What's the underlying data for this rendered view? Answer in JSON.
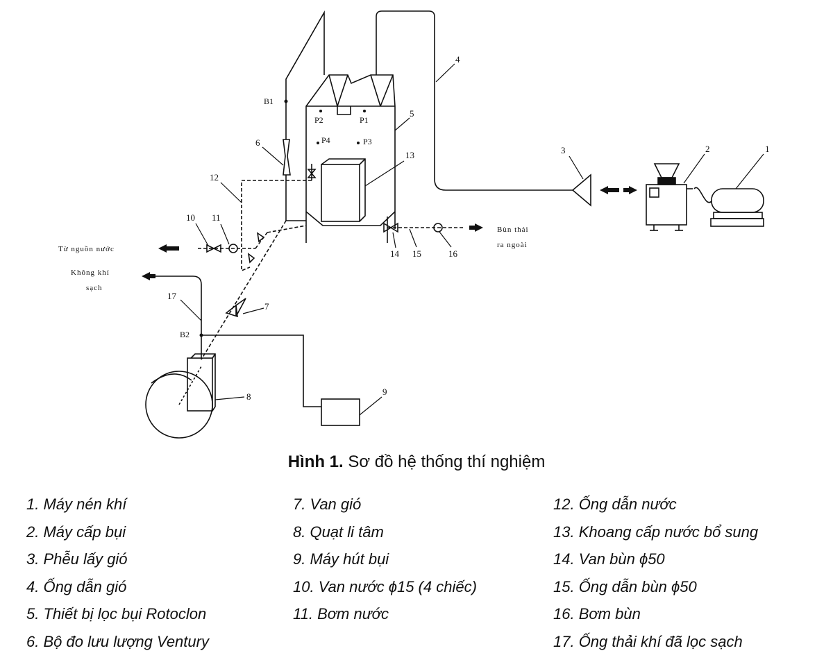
{
  "figure": {
    "caption_bold": "Hình 1.",
    "caption_text": "Sơ đồ hệ thống thí nghiệm"
  },
  "callouts": {
    "n1": "1",
    "n2": "2",
    "n3": "3",
    "n4": "4",
    "n5": "5",
    "n6": "6",
    "n7": "7",
    "n8": "8",
    "n9": "9",
    "n10": "10",
    "n11": "11",
    "n12": "12",
    "n13": "13",
    "n14": "14",
    "n15": "15",
    "n16": "16",
    "n17": "17"
  },
  "points": {
    "b1": "B1",
    "b2": "B2",
    "p1": "P1",
    "p2": "P2",
    "p3": "P3",
    "p4": "P4"
  },
  "flow_labels": {
    "water_source": "Từ nguồn nước",
    "clean_air_1": "Không khí",
    "clean_air_2": "sạch",
    "sludge_out_1": "Bùn thải",
    "sludge_out_2": "ra ngoài"
  },
  "legend": {
    "col1": [
      "1. Máy nén khí",
      "2. Máy cấp bụi",
      "3. Phễu lấy gió",
      "4. Ống dẫn gió",
      "5. Thiết bị lọc bụi Rotoclon",
      "6. Bộ đo lưu lượng Ventury"
    ],
    "col2": [
      "7. Van gió",
      "8. Quạt li tâm",
      "9. Máy hút bụi",
      "10. Van nước  ϕ15 (4 chiếc)",
      "11. Bơm nước"
    ],
    "col3": [
      "12. Ống dẫn nước",
      "13. Khoang cấp nước bổ sung",
      "14. Van bùn  ϕ50",
      "15. Ống dẫn bùn ϕ50",
      "16. Bơm bùn",
      "17. Ống thải khí đã lọc sạch"
    ]
  }
}
